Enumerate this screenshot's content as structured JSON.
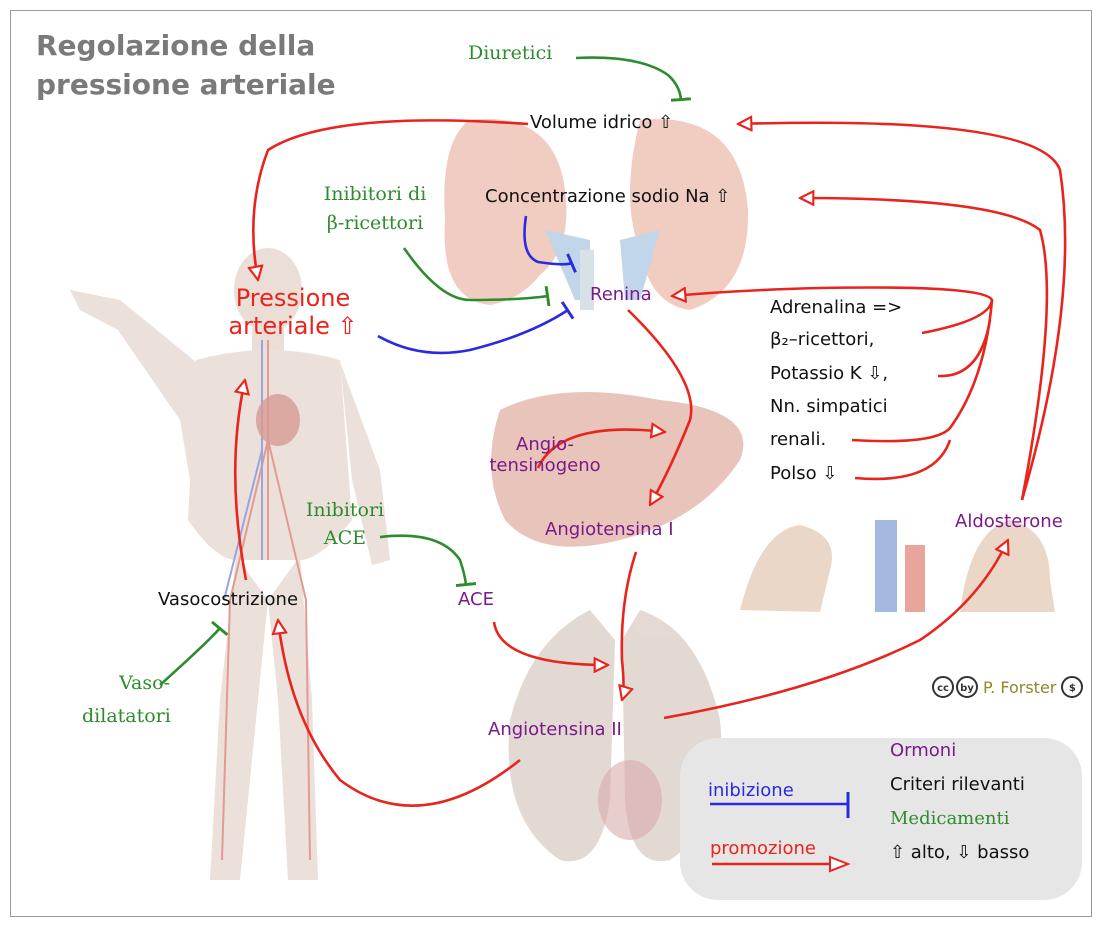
{
  "title": "Regolazione della pressione arteriale",
  "nodes": {
    "volume": "Volume idrico ⇧",
    "sodio": "Concentrazione  sodio Na ⇧",
    "renina": "Renina",
    "pressione_line1": "Pressione",
    "pressione_line2": "arteriale ⇧",
    "adrenalina": "Adrenalina =>",
    "beta2": "β₂–ricettori,",
    "potassio": "Potassio K ⇩,",
    "simpatici": "Nn. simpatici",
    "renali": "renali.",
    "polso": "Polso ⇩",
    "angiotensinogeno_line1": "Angio-",
    "angiotensinogeno_line2": "tensinogeno",
    "angiotensina1": "Angiotensina I",
    "aldosterone": "Aldosterone",
    "vasocostrizione": "Vasocostrizione",
    "ace": "ACE",
    "angiotensina2": "Angiotensina II"
  },
  "drugs": {
    "diuretici": "Diuretici",
    "beta_line1": "Inibitori di",
    "beta_line2": "β-ricettori",
    "ace_line1": "Inibitori",
    "ace_line2": "ACE",
    "vaso_line1": "Vaso-",
    "vaso_line2": "dilatatori"
  },
  "legend": {
    "inhibition": "inibizione",
    "promotion": "promozione",
    "hormones": "Ormoni",
    "criteria": "Criteri rilevanti",
    "drugs": "Medicamenti",
    "arrows": "⇧ alto, ⇩ basso"
  },
  "credit": {
    "author": "P. Forster",
    "cc": "cc",
    "by": "by",
    "nc": "$"
  },
  "colors": {
    "promotion": "#e8241c",
    "inhibition": "#2a2ae0",
    "drug": "#2e8b2e",
    "hormone": "#7a1a8a",
    "criteria": "#111111",
    "title": "#7a7a7a"
  }
}
